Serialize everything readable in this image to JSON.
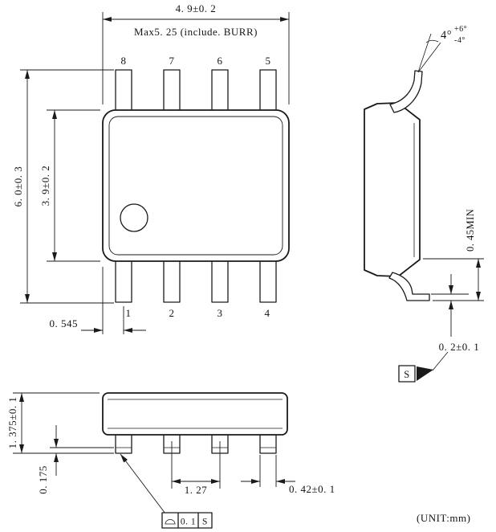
{
  "meta": {
    "unit_note": "(UNIT:mm)"
  },
  "top_view": {
    "dim_body_width": "4. 9±0. 2",
    "dim_max_width": "Max5. 25 (include. BURR)",
    "dim_overall_height": "6. 0±0. 3",
    "dim_body_height": "3. 9±0. 2",
    "dim_pin1_offset": "0. 545",
    "pins_top": [
      "8",
      "7",
      "6",
      "5"
    ],
    "pins_bottom": [
      "1",
      "2",
      "3",
      "4"
    ]
  },
  "side_view": {
    "dim_lead_angle": "4°",
    "dim_lead_angle_plus": "+6°",
    "dim_lead_angle_minus": "-4°",
    "dim_standoff": "0. 45MIN",
    "dim_lead_thickness": "0. 2±0. 1",
    "datum_label": "S"
  },
  "front_view": {
    "dim_body_thickness": "1. 375±0. 1",
    "dim_standoff": "0. 175",
    "dim_lead_pitch": "1. 27",
    "dim_lead_width": "0. 42±0. 1",
    "tolerance_frame": {
      "symbol": "⌓",
      "value": "0. 1",
      "datum": "S"
    }
  }
}
